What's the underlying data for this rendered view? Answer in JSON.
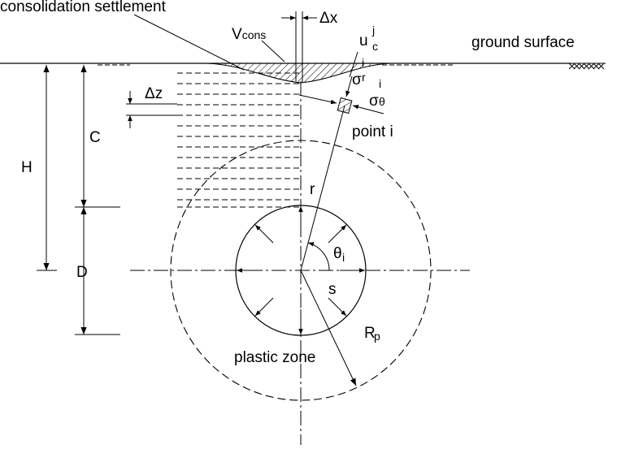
{
  "labels": {
    "consolidation_settlement": "consolidation settlement",
    "ground_surface": "ground surface",
    "v_cons_main": "V",
    "v_cons_sub": "cons",
    "delta_x": "Δx",
    "delta_z": "Δz",
    "u_main": "u",
    "u_sup": "j",
    "u_sub": "c",
    "sigma_r": "σ",
    "sigma_r_sub": "r",
    "sigma_r_sup": "i",
    "sigma_theta": "σ",
    "sigma_theta_sub": "θ",
    "sigma_theta_sup": "i",
    "point_i": "point i",
    "C": "C",
    "H": "H",
    "D": "D",
    "r": "r",
    "theta_main": "θ",
    "theta_sub": "i",
    "s": "s",
    "R_main": "R",
    "R_sub": "p",
    "plastic_zone": "plastic zone"
  },
  "colors": {
    "line": "#000000",
    "background": "#ffffff"
  }
}
